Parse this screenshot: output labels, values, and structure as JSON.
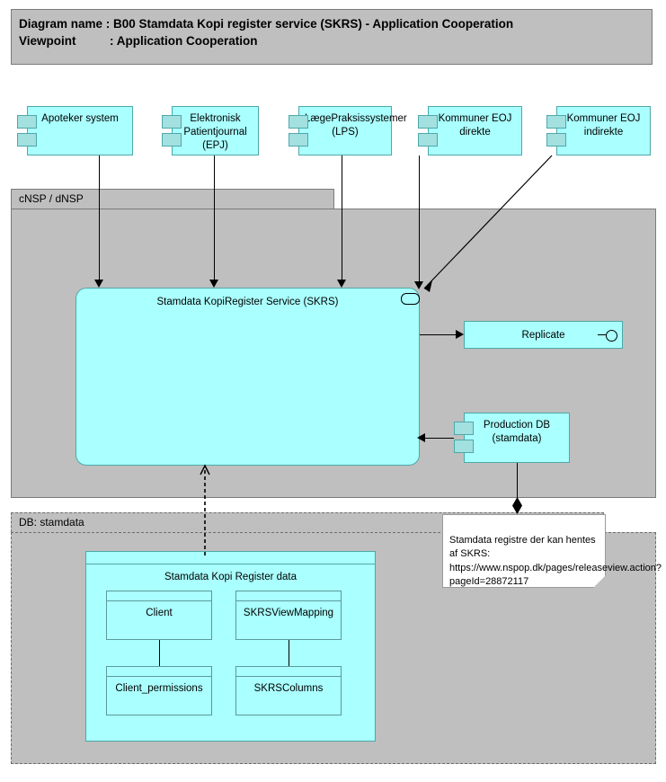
{
  "header": {
    "line1": "Diagram name : B00 Stamdata Kopi register service (SKRS) - Application Cooperation",
    "line2": "Viewpoint          : Application Cooperation"
  },
  "colors": {
    "element_fill": "#AAFFFF",
    "element_border": "#4FA8A8",
    "group_fill": "#BFBFBF",
    "group_border": "#7A7A7A",
    "note_fill": "#FFFFFF",
    "connector": "#000000"
  },
  "top_components": [
    {
      "label": "Apoteker system",
      "icon": "component-icon"
    },
    {
      "label": "Elektronisk Patientjournal (EPJ)",
      "icon": "component-icon"
    },
    {
      "label": "LægePraksissystemer (LPS)",
      "icon": "component-icon"
    },
    {
      "label": "Kommuner EOJ direkte",
      "icon": "component-icon"
    },
    {
      "label": "Kommuner EOJ indirekte",
      "icon": "component-icon"
    }
  ],
  "groups": {
    "nsp": {
      "label": "cNSP / dNSP"
    },
    "db": {
      "label": "DB: stamdata"
    }
  },
  "service": {
    "label": "Stamdata KopiRegister Service (SKRS)",
    "icon": "application-service-icon"
  },
  "replicate": {
    "label": "Replicate",
    "icon": "provided-interface-icon"
  },
  "production_db": {
    "label": "Production DB (stamdata)",
    "icon": "component-icon"
  },
  "package": {
    "label": "Stamdata Kopi Register data"
  },
  "data_objects": [
    {
      "label": "Client"
    },
    {
      "label": "SKRSViewMapping"
    },
    {
      "label": "Client_permissions"
    },
    {
      "label": "SKRSColumns"
    }
  ],
  "note": {
    "text": "Stamdata registre der kan hentes af SKRS: https://www.nspop.dk/pages/releaseview.action?pageId=28872117"
  }
}
